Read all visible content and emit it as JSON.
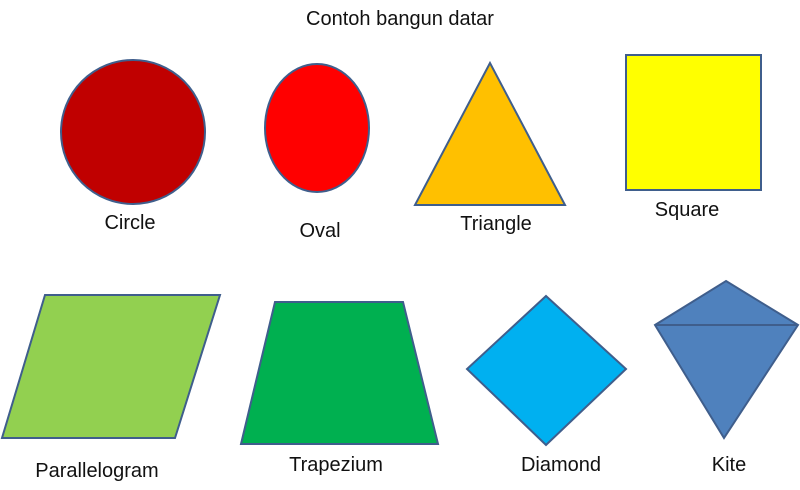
{
  "title": "Contoh bangun datar",
  "stroke_color": "#3F5E8C",
  "shapes": [
    {
      "id": "circle",
      "label": "Circle",
      "color": "#C00000"
    },
    {
      "id": "oval",
      "label": "Oval",
      "color": "#FF0000"
    },
    {
      "id": "triangle",
      "label": "Triangle",
      "color": "#FFC000"
    },
    {
      "id": "square",
      "label": "Square",
      "color": "#FFFF00"
    },
    {
      "id": "parallelogram",
      "label": "Parallelogram",
      "color": "#92D050"
    },
    {
      "id": "trapezium",
      "label": "Trapezium",
      "color": "#00B050"
    },
    {
      "id": "diamond",
      "label": "Diamond",
      "color": "#00B0F0"
    },
    {
      "id": "kite",
      "label": "Kite",
      "color": "#4F81BD"
    }
  ]
}
